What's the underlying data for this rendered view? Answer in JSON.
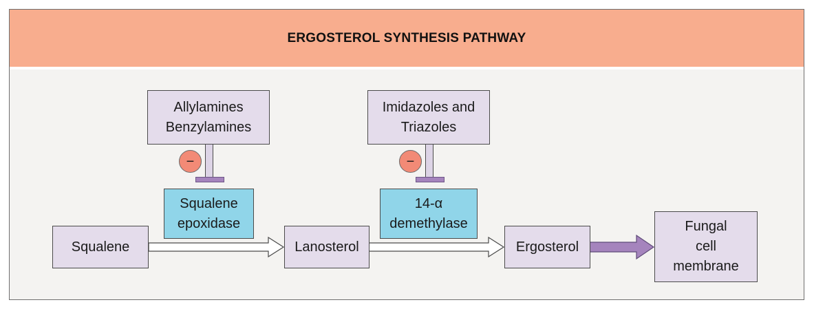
{
  "title": "ERGOSTEROL SYNTHESIS PATHWAY",
  "nodes": {
    "squalene": "Squalene",
    "lanosterol": "Lanosterol",
    "ergosterol": "Ergosterol",
    "membrane": [
      "Fungal",
      "cell",
      "membrane"
    ]
  },
  "inhibitors": {
    "first": [
      "Allylamines",
      "Benzylamines"
    ],
    "second": [
      "Imidazoles and",
      "Triazoles"
    ]
  },
  "enzymes": {
    "first": [
      "Squalene",
      "epoxidase"
    ],
    "second": [
      "14-α",
      "demethylase"
    ]
  },
  "inhibit_symbol": "−",
  "colors": {
    "header": "#f8ad8e",
    "node": "#e4dceb",
    "enzyme": "#90d5e9",
    "inhibit": "#f28a76",
    "final_arrow": "#a584bd"
  }
}
